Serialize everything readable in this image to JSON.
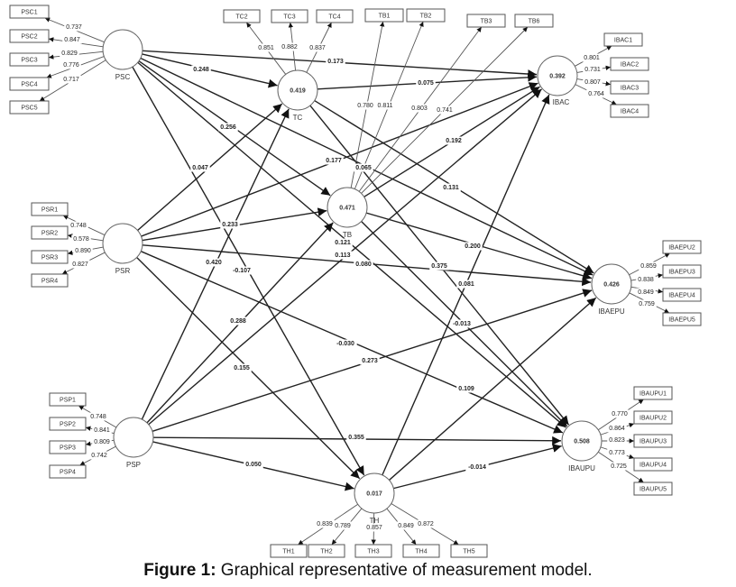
{
  "figure": {
    "caption_label": "Figure 1:",
    "caption_text": " Graphical representative of measurement model."
  },
  "chart_data": {
    "type": "path-model",
    "title": "Graphical representative of measurement model",
    "latent_variables": [
      {
        "id": "PSC",
        "name": "PSC",
        "r2": null
      },
      {
        "id": "PSR",
        "name": "PSR",
        "r2": null
      },
      {
        "id": "PSP",
        "name": "PSP",
        "r2": null
      },
      {
        "id": "TC",
        "name": "TC",
        "r2": "0.419"
      },
      {
        "id": "TB",
        "name": "TB",
        "r2": "0.471"
      },
      {
        "id": "TH",
        "name": "TH",
        "r2": "0.017"
      },
      {
        "id": "IBAC",
        "name": "IBAC",
        "r2": "0.392"
      },
      {
        "id": "IBAEPU",
        "name": "IBAEPU",
        "r2": "0.426"
      },
      {
        "id": "IBAUPU",
        "name": "IBAUPU",
        "r2": "0.508"
      }
    ],
    "outer_loadings": [
      {
        "latent": "PSC",
        "indicator": "PSC1",
        "loading": "0.737"
      },
      {
        "latent": "PSC",
        "indicator": "PSC2",
        "loading": "0.847"
      },
      {
        "latent": "PSC",
        "indicator": "PSC3",
        "loading": "0.829"
      },
      {
        "latent": "PSC",
        "indicator": "PSC4",
        "loading": "0.776"
      },
      {
        "latent": "PSC",
        "indicator": "PSC5",
        "loading": "0.717"
      },
      {
        "latent": "PSR",
        "indicator": "PSR1",
        "loading": "0.748"
      },
      {
        "latent": "PSR",
        "indicator": "PSR2",
        "loading": "0.578"
      },
      {
        "latent": "PSR",
        "indicator": "PSR3",
        "loading": "0.890"
      },
      {
        "latent": "PSR",
        "indicator": "PSR4",
        "loading": "0.827"
      },
      {
        "latent": "PSP",
        "indicator": "PSP1",
        "loading": "0.748"
      },
      {
        "latent": "PSP",
        "indicator": "PSP2",
        "loading": "0.841"
      },
      {
        "latent": "PSP",
        "indicator": "PSP3",
        "loading": "0.809"
      },
      {
        "latent": "PSP",
        "indicator": "PSP4",
        "loading": "0.742"
      },
      {
        "latent": "TC",
        "indicator": "TC2",
        "loading": "0.851"
      },
      {
        "latent": "TC",
        "indicator": "TC3",
        "loading": "0.882"
      },
      {
        "latent": "TC",
        "indicator": "TC4",
        "loading": "0.837"
      },
      {
        "latent": "TB",
        "indicator": "TB1",
        "loading": "0.780"
      },
      {
        "latent": "TB",
        "indicator": "TB2",
        "loading": "0.811"
      },
      {
        "latent": "TB",
        "indicator": "TB3",
        "loading": "0.803"
      },
      {
        "latent": "TB",
        "indicator": "TB6",
        "loading": "0.741"
      },
      {
        "latent": "IBAC",
        "indicator": "IBAC1",
        "loading": "0.801"
      },
      {
        "latent": "IBAC",
        "indicator": "IBAC2",
        "loading": "0.731"
      },
      {
        "latent": "IBAC",
        "indicator": "IBAC3",
        "loading": "0.807"
      },
      {
        "latent": "IBAC",
        "indicator": "IBAC4",
        "loading": "0.764"
      },
      {
        "latent": "IBAEPU",
        "indicator": "IBAEPU2",
        "loading": "0.859"
      },
      {
        "latent": "IBAEPU",
        "indicator": "IBAEPU3",
        "loading": "0.838"
      },
      {
        "latent": "IBAEPU",
        "indicator": "IBAEPU4",
        "loading": "0.849"
      },
      {
        "latent": "IBAEPU",
        "indicator": "IBAEPU5",
        "loading": "0.759"
      },
      {
        "latent": "IBAUPU",
        "indicator": "IBAUPU1",
        "loading": "0.770"
      },
      {
        "latent": "IBAUPU",
        "indicator": "IBAUPU2",
        "loading": "0.864"
      },
      {
        "latent": "IBAUPU",
        "indicator": "IBAUPU3",
        "loading": "0.823"
      },
      {
        "latent": "IBAUPU",
        "indicator": "IBAUPU4",
        "loading": "0.773"
      },
      {
        "latent": "IBAUPU",
        "indicator": "IBAUPU5",
        "loading": "0.725"
      },
      {
        "latent": "TH",
        "indicator": "TH1",
        "loading": "0.839"
      },
      {
        "latent": "TH",
        "indicator": "TH2",
        "loading": "0.789"
      },
      {
        "latent": "TH",
        "indicator": "TH3",
        "loading": "0.857"
      },
      {
        "latent": "TH",
        "indicator": "TH4",
        "loading": "0.849"
      },
      {
        "latent": "TH",
        "indicator": "TH5",
        "loading": "0.872"
      }
    ],
    "path_coefficients": [
      {
        "from": "PSC",
        "to": "TC",
        "value": "0.248"
      },
      {
        "from": "PSC",
        "to": "IBAC",
        "value": "0.173"
      },
      {
        "from": "PSC",
        "to": "TB",
        "value": "0.256"
      },
      {
        "from": "PSC",
        "to": "IBAEPU",
        "value": "0.065"
      },
      {
        "from": "PSC",
        "to": "TH",
        "value": "-0.107"
      },
      {
        "from": "PSC",
        "to": "IBAUPU",
        "value": "0.121"
      },
      {
        "from": "TC",
        "to": "IBAC",
        "value": "0.075"
      },
      {
        "from": "TC",
        "to": "IBAEPU",
        "value": "0.131"
      },
      {
        "from": "TC",
        "to": "IBAUPU",
        "value": "0.375"
      },
      {
        "from": "PSR",
        "to": "TC",
        "value": "0.047"
      },
      {
        "from": "PSR",
        "to": "IBAC",
        "value": "0.177"
      },
      {
        "from": "PSR",
        "to": "TB",
        "value": "0.233"
      },
      {
        "from": "PSR",
        "to": "IBAEPU",
        "value": "0.080"
      },
      {
        "from": "PSR",
        "to": "IBAUPU",
        "value": "-0.030"
      },
      {
        "from": "PSR",
        "to": "TH",
        "value": "0.155"
      },
      {
        "from": "PSP",
        "to": "TC",
        "value": "0.420"
      },
      {
        "from": "PSP",
        "to": "TB",
        "value": "0.288"
      },
      {
        "from": "PSP",
        "to": "IBAC",
        "value": "0.113"
      },
      {
        "from": "PSP",
        "to": "IBAEPU",
        "value": "0.273"
      },
      {
        "from": "PSP",
        "to": "IBAUPU",
        "value": "0.355"
      },
      {
        "from": "PSP",
        "to": "TH",
        "value": "0.050"
      },
      {
        "from": "TB",
        "to": "IBAC",
        "value": "0.192"
      },
      {
        "from": "TB",
        "to": "IBAEPU",
        "value": "0.200"
      },
      {
        "from": "TB",
        "to": "IBAUPU",
        "value": "-0.013"
      },
      {
        "from": "TH",
        "to": "IBAC",
        "value": "0.081"
      },
      {
        "from": "TH",
        "to": "IBAEPU",
        "value": "0.109"
      },
      {
        "from": "TH",
        "to": "IBAUPU",
        "value": "-0.014"
      }
    ]
  }
}
